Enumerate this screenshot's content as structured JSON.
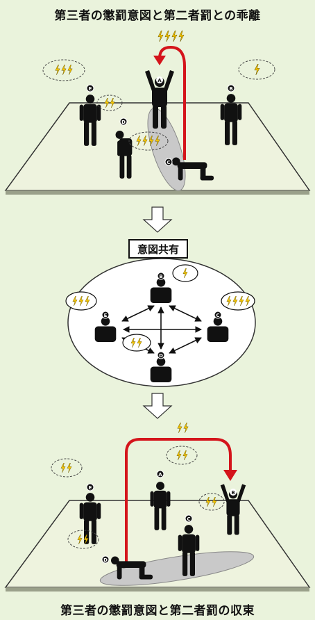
{
  "top_title": "第三者の懲罰意図と第二者罰との乖離",
  "bottom_title": "第三者の懲罰意図と第二者罰の収束",
  "middle_label": "意図共有",
  "lightning": "ϟ",
  "persons": {
    "a": "A",
    "b": "B",
    "c": "C",
    "d": "D",
    "e": "E"
  },
  "colors": {
    "background": "#eaf3dc",
    "board": "#eef3de",
    "figure": "#111111",
    "arrow": "#d4141b",
    "lightning": "#f5c400",
    "shadow": "#c9c9c9"
  },
  "icons": [
    "lightning-icon",
    "down-arrow-icon",
    "person-icon",
    "speech-bubble-icon"
  ]
}
